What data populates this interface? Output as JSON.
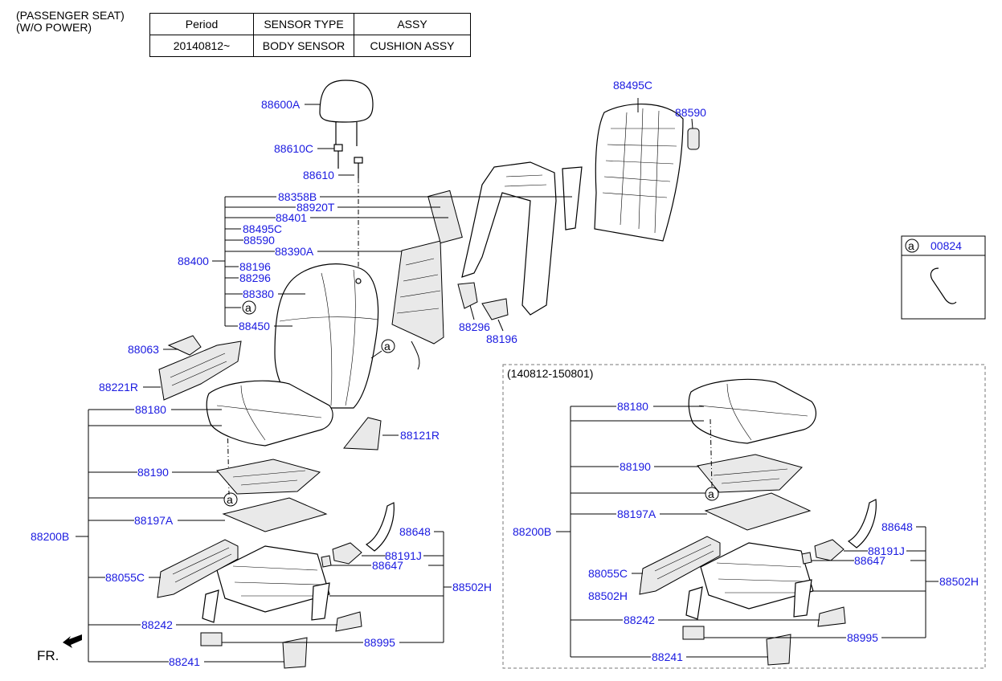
{
  "header": {
    "line1": "(PASSENGER SEAT)",
    "line2": "(W/O POWER)"
  },
  "spec_table": {
    "headers": [
      "Period",
      "SENSOR TYPE",
      "ASSY"
    ],
    "row": [
      "20140812~",
      "BODY SENSOR",
      "CUSHION ASSY"
    ]
  },
  "callout": {
    "marker": "a",
    "part": "00824"
  },
  "inset": {
    "period": "(140812-150801)"
  },
  "orientation": {
    "label": "FR."
  },
  "labels": {
    "p88600A": "88600A",
    "p88610C": "88610C",
    "p88610": "88610",
    "p88358B": "88358B",
    "p88920T": "88920T",
    "p88401": "88401",
    "p88495C_list": "88495C",
    "p88590_list": "88590",
    "p88390A": "88390A",
    "p88400": "88400",
    "p88196_list": "88196",
    "p88296_list": "88296",
    "p88380": "88380",
    "marker_a_list": "a",
    "p88450": "88450",
    "p88063": "88063",
    "p88221R": "88221R",
    "marker_a_back": "a",
    "p88495C_top": "88495C",
    "p88590_top": "88590",
    "p88296_frame": "88296",
    "p88196_frame": "88196",
    "p88180": "88180",
    "p88121R": "88121R",
    "p88190": "88190",
    "marker_a_cushion": "a",
    "p88197A": "88197A",
    "p88200B": "88200B",
    "p88648": "88648",
    "p88191J": "88191J",
    "p88647": "88647",
    "p88055C": "88055C",
    "p88502H": "88502H",
    "p88242": "88242",
    "p88995": "88995",
    "p88241": "88241",
    "in_88180": "88180",
    "in_88190": "88190",
    "in_marker_a": "a",
    "in_88197A": "88197A",
    "in_88200B": "88200B",
    "in_88648": "88648",
    "in_88191J": "88191J",
    "in_88647": "88647",
    "in_88055C": "88055C",
    "in_88502H_list": "88502H",
    "in_88502H": "88502H",
    "in_88242": "88242",
    "in_88995": "88995",
    "in_88241": "88241"
  },
  "colors": {
    "part_number": "#1a1ae0",
    "line": "#000000"
  }
}
